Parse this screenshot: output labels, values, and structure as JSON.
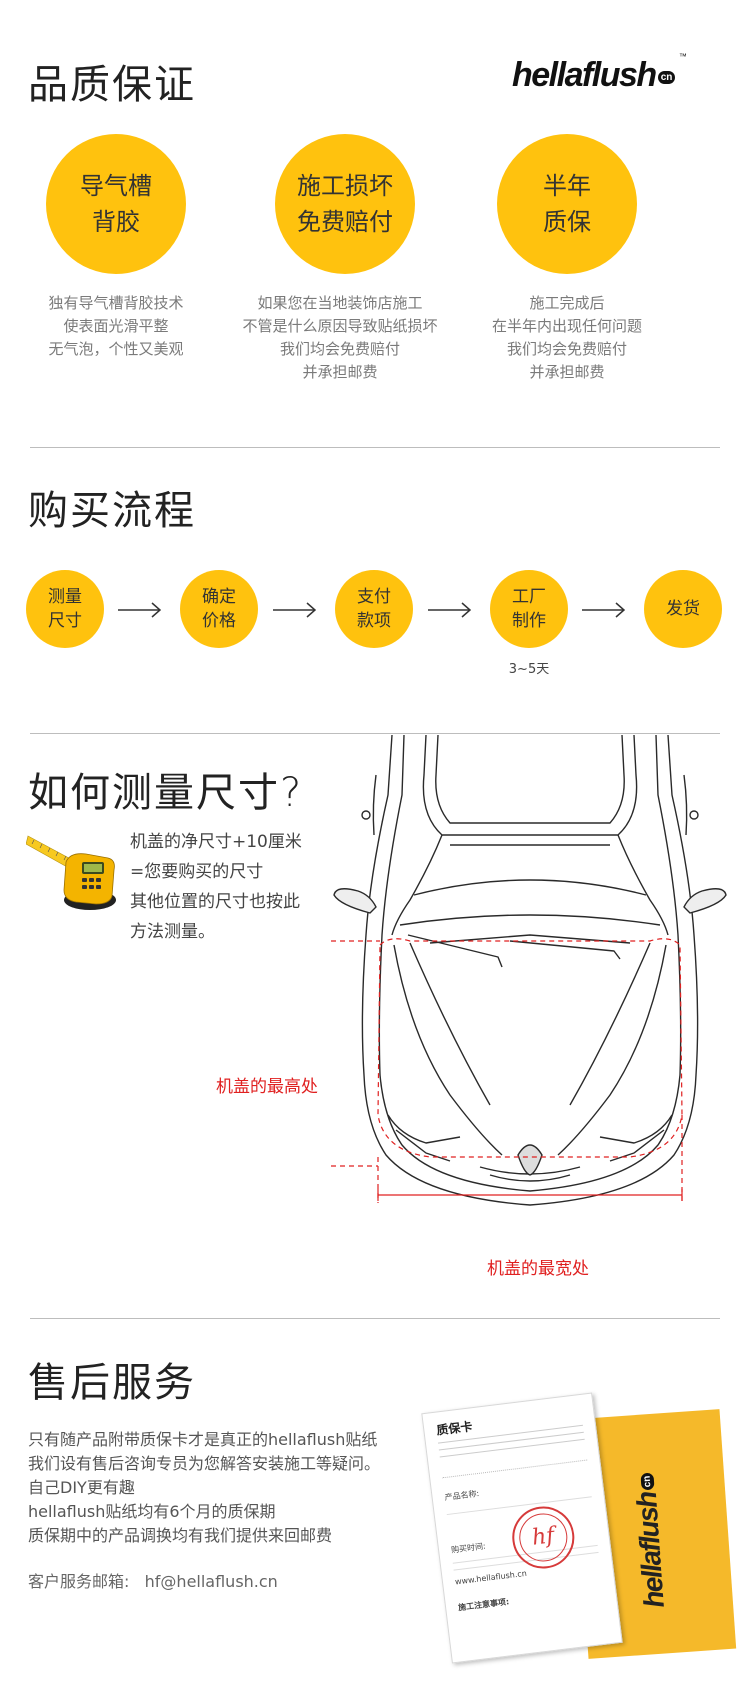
{
  "logo": {
    "name": "hellaflush",
    "cn": "cn",
    "tm": "™"
  },
  "quality": {
    "title": "品质保证",
    "items": [
      {
        "circle": [
          "导气槽",
          "背胶"
        ],
        "desc": [
          "独有导气槽背胶技术",
          "使表面光滑平整",
          "无气泡，个性又美观"
        ]
      },
      {
        "circle": [
          "施工损坏",
          "免费赔付"
        ],
        "desc": [
          "如果您在当地装饰店施工",
          "不管是什么原因导致贴纸损坏",
          "我们均会免费赔付",
          "并承担邮费"
        ]
      },
      {
        "circle": [
          "半年",
          "质保"
        ],
        "desc": [
          "施工完成后",
          "在半年内出现任何问题",
          "我们均会免费赔付",
          "并承担邮费"
        ]
      }
    ]
  },
  "process": {
    "title": "购买流程",
    "steps": [
      {
        "label": [
          "测量",
          "尺寸"
        ]
      },
      {
        "label": [
          "确定",
          "价格"
        ]
      },
      {
        "label": [
          "支付",
          "款项"
        ]
      },
      {
        "label": [
          "工厂",
          "制作"
        ],
        "note": "3~5天"
      },
      {
        "label": [
          "发货"
        ]
      }
    ]
  },
  "measure": {
    "title": "如何测量尺寸?",
    "text": [
      "机盖的净尺寸+10厘米",
      "=您要购买的尺寸",
      "其他位置的尺寸也按此",
      "方法测量。"
    ],
    "height_label": "机盖的最高处",
    "width_label": "机盖的最宽处"
  },
  "service": {
    "title": "售后服务",
    "lines": [
      "只有随产品附带质保卡才是真正的hellaflush贴纸",
      "我们设有售后咨询专员为您解答安装施工等疑问。",
      "自己DIY更有趣",
      "hellaflush贴纸均有6个月的质保期",
      "质保期中的产品调换均有我们提供来回邮费"
    ],
    "email": "客户服务邮箱:   hf@hellaflush.cn"
  },
  "card": {
    "title": "质保卡",
    "field1": "产品名称:",
    "field2": "购买时间:",
    "stamp": "hf",
    "notes": "施工注意事项:",
    "url": "www.hellaflush.cn"
  },
  "colors": {
    "accent": "#ffc20e",
    "label_red": "#e02020"
  }
}
